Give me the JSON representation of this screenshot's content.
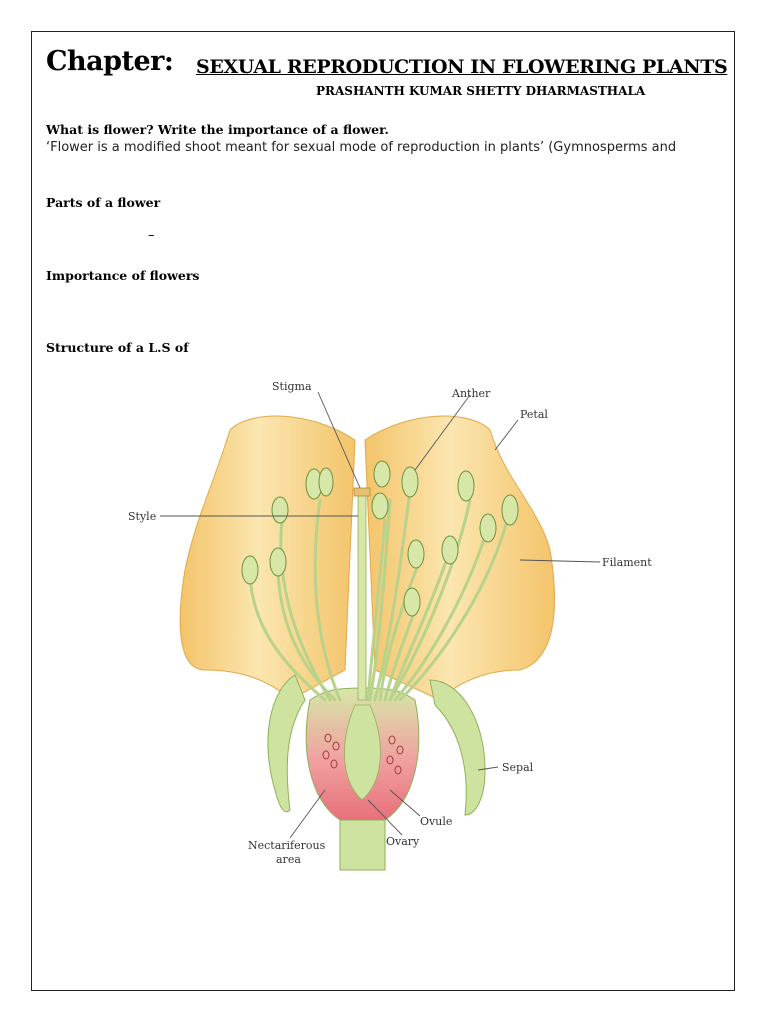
{
  "header": {
    "chapter_label": "Chapter:",
    "chapter_title": "SEXUAL REPRODUCTION IN FLOWERING PLANTS",
    "author": "PRASHANTH KUMAR SHETTY DHARMASTHALA"
  },
  "question": {
    "heading": "What is flower? Write the importance of a flower.",
    "body": "‘Flower is a modified shoot meant for sexual mode of reproduction in plants’ (Gymnosperms and"
  },
  "sections": {
    "parts": "Parts of a flower",
    "dash": "–",
    "importance": "Importance of flowers",
    "structure": "Structure of a L.S of"
  },
  "diagram": {
    "labels": {
      "stigma": "Stigma",
      "anther": "Anther",
      "petal": "Petal",
      "style": "Style",
      "filament": "Filament",
      "sepal": "Sepal",
      "ovule": "Ovule",
      "ovary": "Ovary",
      "nectariferous_1": "Nectariferous",
      "nectariferous_2": "area"
    },
    "colors": {
      "petal": "#f6d48a",
      "petal_edge": "#e8b85a",
      "green": "#cfe3a0",
      "green_dark": "#8fb05a",
      "nectar": "#e8707a"
    }
  }
}
